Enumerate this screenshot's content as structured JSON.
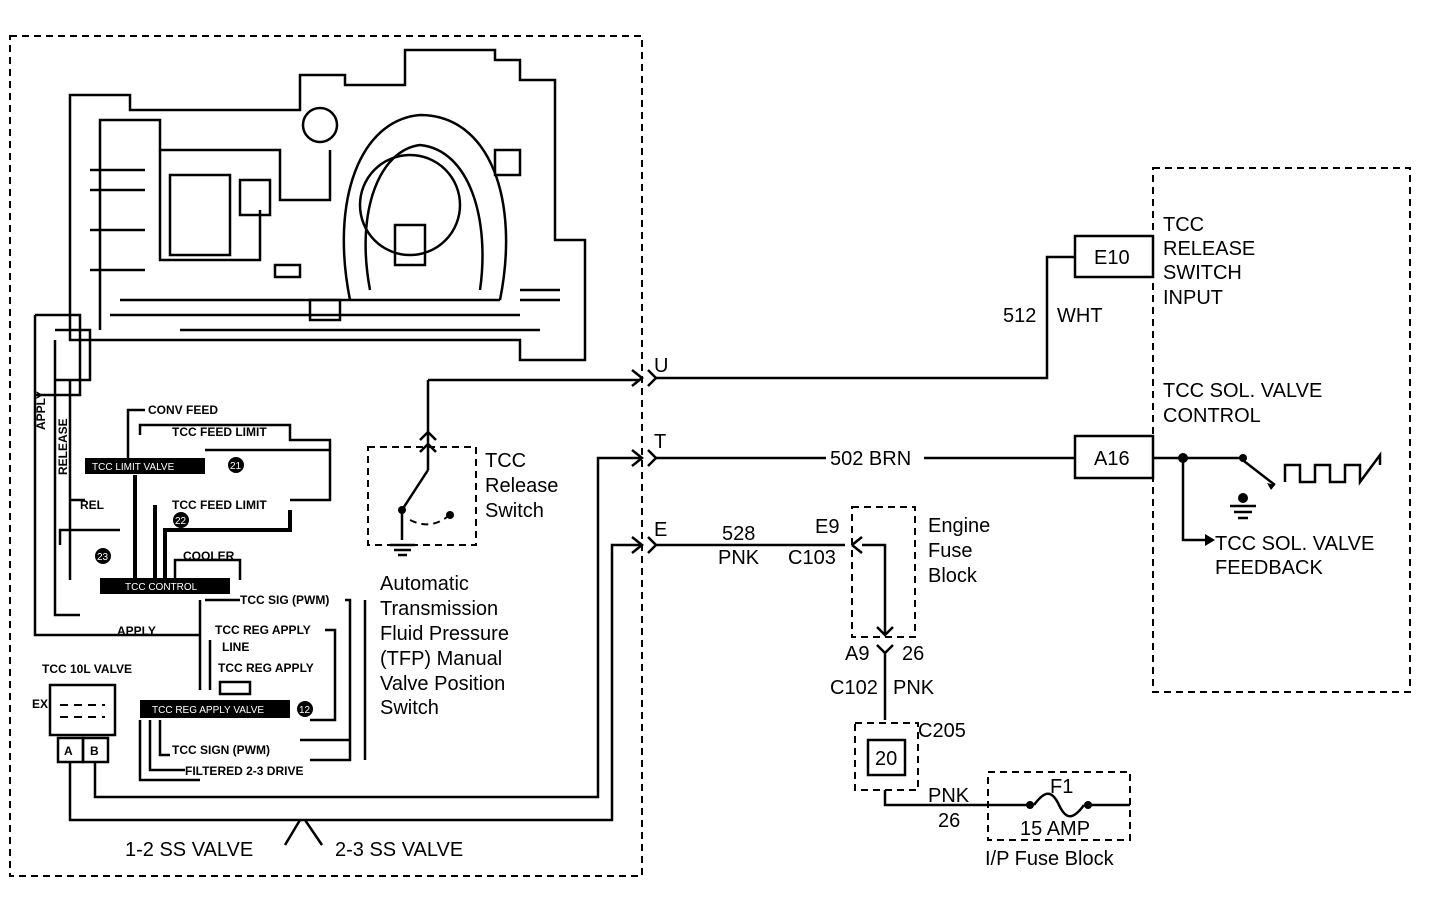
{
  "connectors": {
    "u": "U",
    "t": "T",
    "e": "E"
  },
  "pcm": {
    "e10": "E10",
    "a16": "A16",
    "release_input": [
      "TCC",
      "RELEASE",
      "SWITCH",
      "INPUT"
    ],
    "sol_control": [
      "TCC SOL. VALVE",
      "CONTROL"
    ],
    "sol_feedback": [
      "TCC SOL. VALVE",
      "FEEDBACK"
    ]
  },
  "wires": {
    "w512_num": "512",
    "w512_color": "WHT",
    "w502": "502 BRN",
    "w528_num": "528",
    "w528_color": "PNK",
    "pnk_c102": "PNK",
    "pnk_bottom": "PNK",
    "num_26_bottom": "26"
  },
  "engine_fuse_block": {
    "label": [
      "Engine",
      "Fuse",
      "Block"
    ],
    "e9": "E9",
    "c103": "C103",
    "a9": "A9",
    "pin26": "26",
    "c102": "C102"
  },
  "c205": {
    "label": "C205",
    "pin": "20"
  },
  "ip_fuse_block": {
    "fuse": "F1",
    "rating": "15 AMP",
    "label": "I/P Fuse Block"
  },
  "release_switch": {
    "label": [
      "TCC",
      "Release",
      "Switch"
    ]
  },
  "tfp_switch": {
    "label": [
      "Automatic",
      "Transmission",
      "Fluid Pressure",
      "(TFP) Manual",
      "Valve Position",
      "Switch"
    ]
  },
  "hydraulic": {
    "apply_v": "APPLY",
    "release_v": "RELEASE",
    "conv_feed": "CONV FEED",
    "tcc_feed_limit_1": "TCC FEED LIMIT",
    "tcc_limit_valve": "TCC LIMIT VALVE",
    "rel": "REL",
    "tcc_feed_limit_2": "TCC FEED LIMIT",
    "cooler": "COOLER",
    "tcc_control": "TCC CONTROL",
    "tcc_sig_pwm": "TCC SIG (PWM)",
    "apply": "APPLY",
    "tcc_reg_apply_1": "TCC REG APPLY",
    "line": "LINE",
    "tcc_reg_apply_2": "TCC REG APPLY",
    "tcc_10l_valve": "TCC 10L VALVE",
    "ex": "EX",
    "tcc_reg_apply_valve": "TCC REG APPLY VALVE",
    "tcc_sign_pwm": "TCC SIGN (PWM)",
    "filtered_drive": "FILTERED 2-3 DRIVE",
    "pin_a": "A",
    "pin_b": "B",
    "n21": "21",
    "n22": "22",
    "n23": "23",
    "n12": "12"
  },
  "bottom": {
    "ss12": "1-2 SS VALVE",
    "ss23": "2-3 SS VALVE"
  }
}
